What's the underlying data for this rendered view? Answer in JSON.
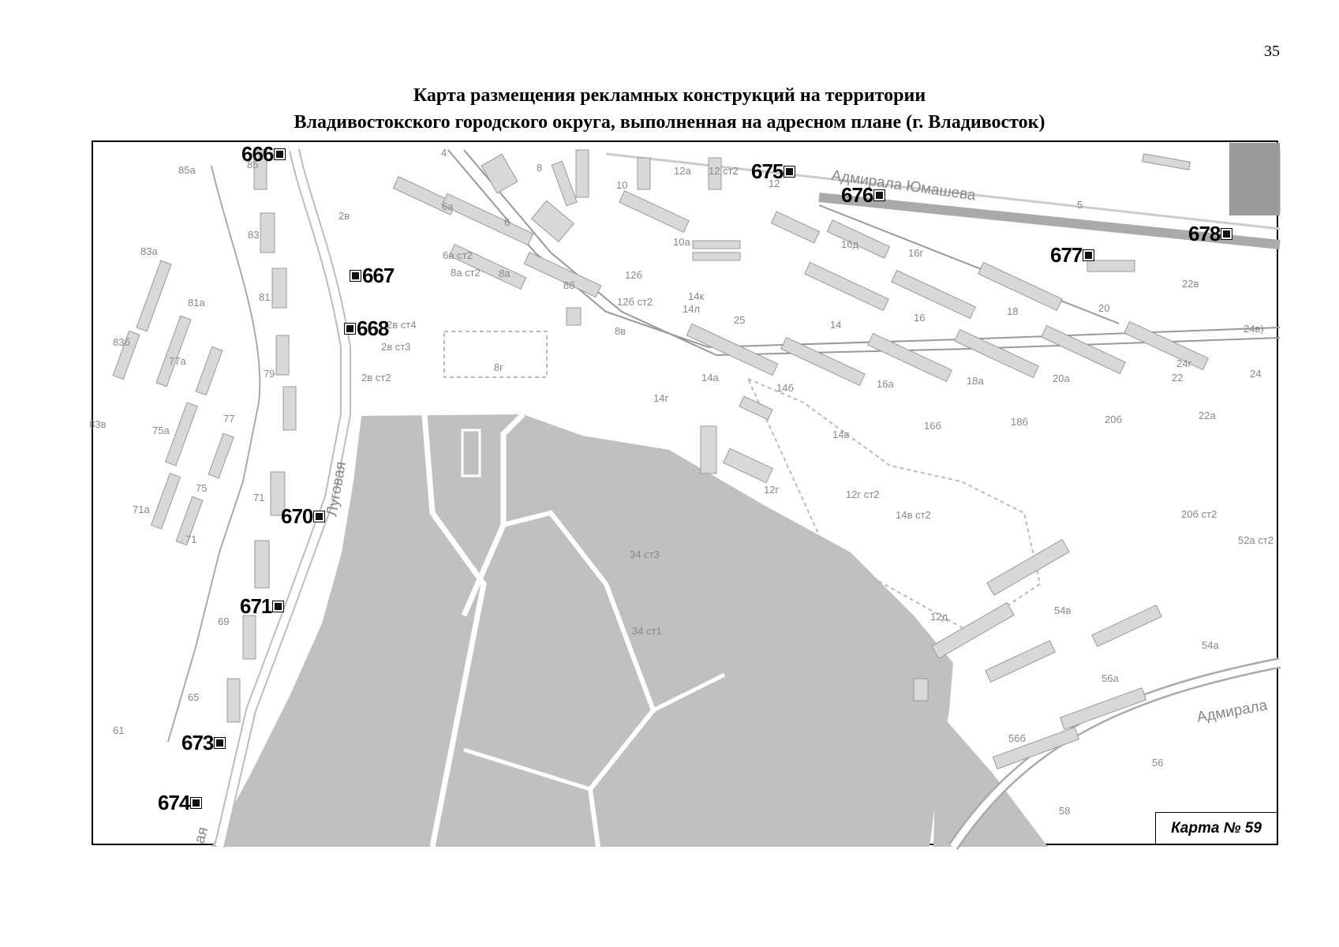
{
  "page_number": "35",
  "title_line1": "Карта размещения рекламных конструкций на территории",
  "title_line2": "Владивостокского городского округа, выполненная на адресном плане (г. Владивосток)",
  "map_label": "Карта № 59",
  "streets": [
    "Адмирала Юмашева",
    "Луговая",
    "Адмирала",
    "ая"
  ],
  "markers": [
    "666",
    "667",
    "668",
    "670",
    "671",
    "673",
    "674",
    "675",
    "676",
    "677",
    "678"
  ],
  "buildings": [
    "85а",
    "85",
    "83",
    "83а",
    "81а",
    "81",
    "79",
    "77а",
    "77",
    "75а",
    "75",
    "71а",
    "71",
    "69",
    "65",
    "61",
    "83б",
    "83в",
    "4",
    "8",
    "10",
    "12а",
    "12 ст2",
    "12",
    "6а",
    "6",
    "2в",
    "6а ст2",
    "8а ст2",
    "8а",
    "8б",
    "10а",
    "12б",
    "12б ст2",
    "14к",
    "14л",
    "25",
    "8в",
    "8г",
    "2в ст4",
    "2в ст3",
    "2в ст2",
    "14г",
    "14а",
    "14б",
    "14в",
    "14",
    "16д",
    "16г",
    "16",
    "18",
    "20",
    "22в",
    "24в",
    "24г",
    "22",
    "24",
    "16а",
    "16б",
    "18а",
    "18б",
    "20а",
    "20б",
    "22а",
    "12г",
    "12г ст2",
    "14в ст2",
    "20б ст2",
    "52а ст2",
    "34 ст3",
    "34 ст1",
    "12д",
    "54в",
    "54а",
    "56а",
    "56б",
    "56",
    "58",
    "5"
  ]
}
